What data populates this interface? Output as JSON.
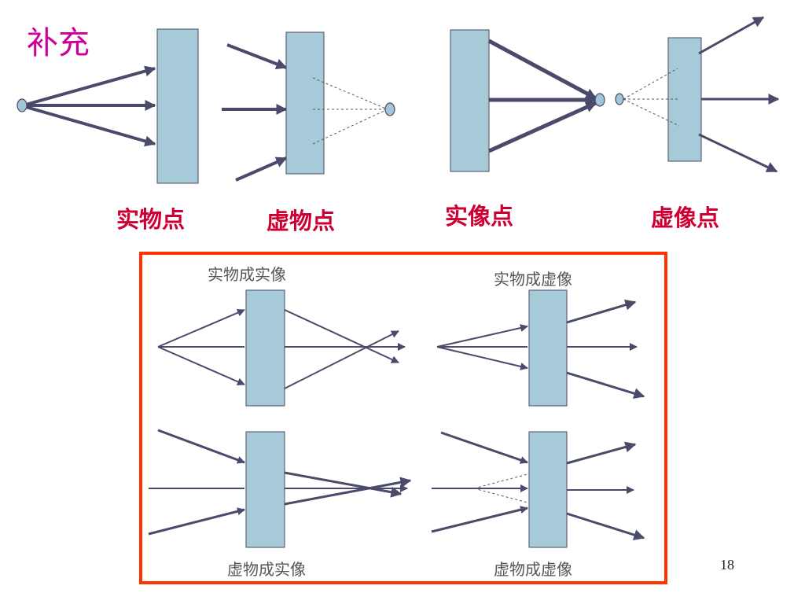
{
  "slide": {
    "title": "补充",
    "labels": {
      "real_object_point": "实物点",
      "virtual_object_point": "虚物点",
      "real_image_point": "实像点",
      "virtual_image_point": "虚像点"
    },
    "box_captions": {
      "real_obj_real_img": "实物成实像",
      "real_obj_virtual_img": "实物成虚像",
      "virtual_obj_real_img": "虚物成实像",
      "virtual_obj_virtual_img": "虚物成虚像"
    },
    "page_number": "18",
    "colors": {
      "title": "#cc0099",
      "labels": "#cc0033",
      "frame": "#ff3300",
      "lens": "#a7cad8",
      "ray": "#4a4a6a"
    }
  }
}
